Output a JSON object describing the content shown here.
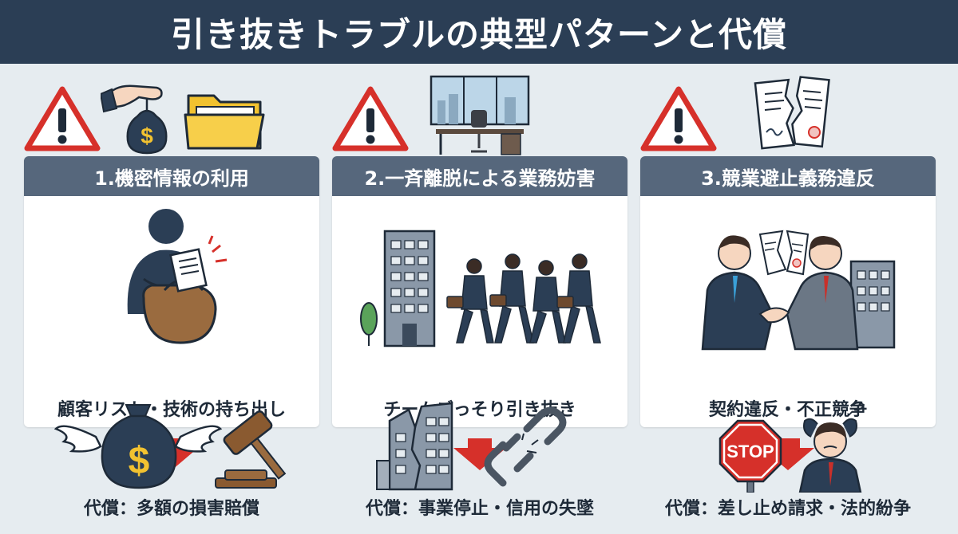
{
  "title": "引き抜きトラブルの典型パターンと代償",
  "colors": {
    "title_bg": "#2b3e55",
    "card_header_bg": "#56677c",
    "warning_red": "#d6302a",
    "arrow_red": "#d6302a",
    "background": "#e6ecf0"
  },
  "columns": [
    {
      "header": "1.機密情報の利用",
      "caption": "顧客リスト・技術の持ち出し",
      "result": "代償：多額の損害賠償",
      "top_icons": [
        "warning-icon",
        "hand-money-bag-icon",
        "folder-icon"
      ],
      "illustration": "person-stealing-documents",
      "result_icons": [
        "winged-money-bag-icon",
        "gavel-icon"
      ]
    },
    {
      "header": "2.一斉離脱による業務妨害",
      "caption": "チームごっそり引き抜き",
      "result": "代償：事業停止・信用の失墜",
      "top_icons": [
        "warning-icon",
        "empty-office-desk-icon"
      ],
      "illustration": "team-leaving-office",
      "result_icons": [
        "crumbling-building-icon",
        "broken-chain-icon"
      ]
    },
    {
      "header": "3.競業避止義務違反",
      "caption": "契約違反・不正競争",
      "result": "代償：差し止め請求・法的紛争",
      "top_icons": [
        "warning-icon",
        "torn-contract-icon"
      ],
      "illustration": "handshake-torn-contract",
      "result_icons": [
        "stop-sign-icon",
        "stressed-person-icon"
      ],
      "stop_sign_text": "STOP"
    }
  ]
}
